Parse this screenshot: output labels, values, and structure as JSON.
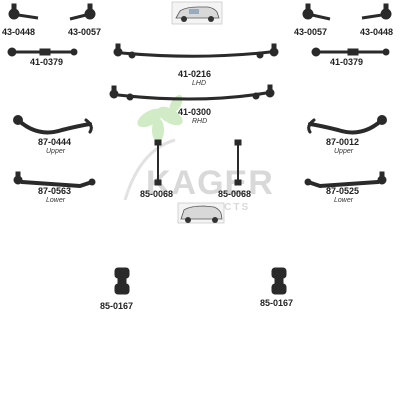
{
  "watermark": {
    "brand": "KAGER",
    "tagline": "PRODUCTS"
  },
  "colors": {
    "part": "#2a2a2a",
    "watermark": "#d9d9d9",
    "leaf_green": "#bfe3b0"
  },
  "parts": {
    "p1": {
      "code": "43-0448"
    },
    "p2": {
      "code": "43-0057"
    },
    "p3": {
      "code": "43-0057"
    },
    "p4": {
      "code": "43-0448"
    },
    "p5": {
      "code": "41-0379"
    },
    "p6": {
      "code": "41-0379"
    },
    "p7": {
      "code": "41-0216",
      "note": "LHD"
    },
    "p8": {
      "code": "41-0300",
      "note": "RHD"
    },
    "p9": {
      "code": "87-0444",
      "note": "Upper"
    },
    "p10": {
      "code": "87-0012",
      "note": "Upper"
    },
    "p11": {
      "code": "87-0563",
      "note": "Lower"
    },
    "p12": {
      "code": "87-0525",
      "note": "Lower"
    },
    "p13": {
      "code": "85-0068"
    },
    "p14": {
      "code": "85-0068"
    },
    "p15": {
      "code": "85-0167"
    },
    "p16": {
      "code": "85-0167"
    }
  },
  "icons": [
    "car-sedan-icon",
    "car-van-icon",
    "tie-rod-end-icon",
    "drag-link-icon",
    "control-arm-icon",
    "stabilizer-link-icon",
    "bushing-icon",
    "kager-leaf-logo"
  ]
}
